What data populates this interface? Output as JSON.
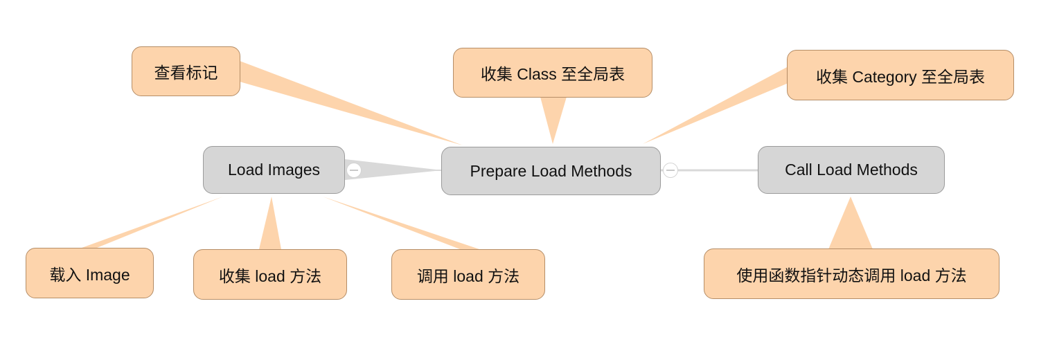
{
  "topics": [
    {
      "id": "load-images",
      "label": "Load Images"
    },
    {
      "id": "prepare-load-methods",
      "label": "Prepare Load Methods"
    },
    {
      "id": "call-load-methods",
      "label": "Call Load Methods"
    }
  ],
  "callouts": [
    {
      "id": "check-mark",
      "label": "查看标记"
    },
    {
      "id": "collect-class",
      "label": "收集 Class 至全局表"
    },
    {
      "id": "collect-category",
      "label": "收集 Category 至全局表"
    },
    {
      "id": "load-image",
      "label": "载入 Image"
    },
    {
      "id": "collect-load",
      "label": "收集 load 方法"
    },
    {
      "id": "call-load",
      "label": "调用 load 方法"
    },
    {
      "id": "call-load-pointer",
      "label": "使用函数指针动态调用 load 方法"
    }
  ],
  "colors": {
    "topic_fill": "#d6d6d6",
    "topic_border": "#9a9a9a",
    "callout_fill": "#fdd4ac",
    "callout_border": "#b58d66",
    "connector": "#d9d9d9"
  }
}
